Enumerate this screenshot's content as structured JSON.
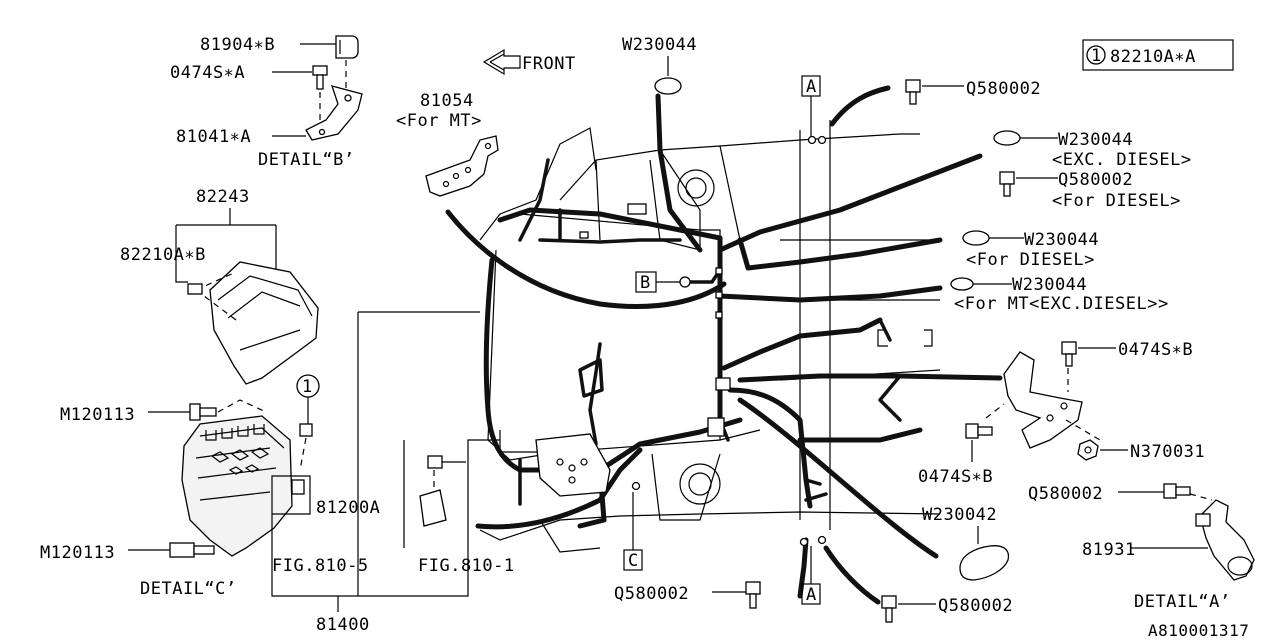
{
  "diagram_id": "A810001317",
  "front_label": "FRONT",
  "legend": {
    "number": "1",
    "part": "82210A∗A"
  },
  "detail_labels": {
    "a": "DETAIL“A’",
    "b": "DETAIL“B’",
    "c": "DETAIL“C’"
  },
  "callouts": {
    "a_top": "A",
    "a_bottom": "A",
    "b": "B",
    "c": "C",
    "circle_one": "1"
  },
  "parts": {
    "p81904b": "81904∗B",
    "p0474sa": "0474S∗A",
    "p81041a": "81041∗A",
    "p82243": "82243",
    "p82210ab": "82210A∗B",
    "pm120113_top": "M120113",
    "pm120113_bottom": "M120113",
    "p81054": "81054",
    "p81054_note": "<For MT>",
    "pw230044_top": "W230044",
    "pq580002_top": "Q580002",
    "pw230044_r1": "W230044",
    "pw230044_r1_note": "<EXC. DIESEL>",
    "pq580002_r2": "Q580002",
    "pq580002_r2_note": "<For DIESEL>",
    "pw230044_r3": "W230044",
    "pw230044_r3_note": "<For DIESEL>",
    "pw230044_r4": "W230044",
    "pw230044_r4_note": "<For MT<EXC.DIESEL>>",
    "p0474sb_top": "0474S∗B",
    "p0474sb_mid": "0474S∗B",
    "pn370031": "N370031",
    "pq580002_right": "Q580002",
    "p81931": "81931",
    "pw230042": "W230042",
    "p81200a": "81200A",
    "pfig8105": "FIG.810-5",
    "pfig8101": "FIG.810-1",
    "p81400": "81400",
    "pq580002_bl": "Q580002",
    "pq580002_br": "Q580002"
  }
}
